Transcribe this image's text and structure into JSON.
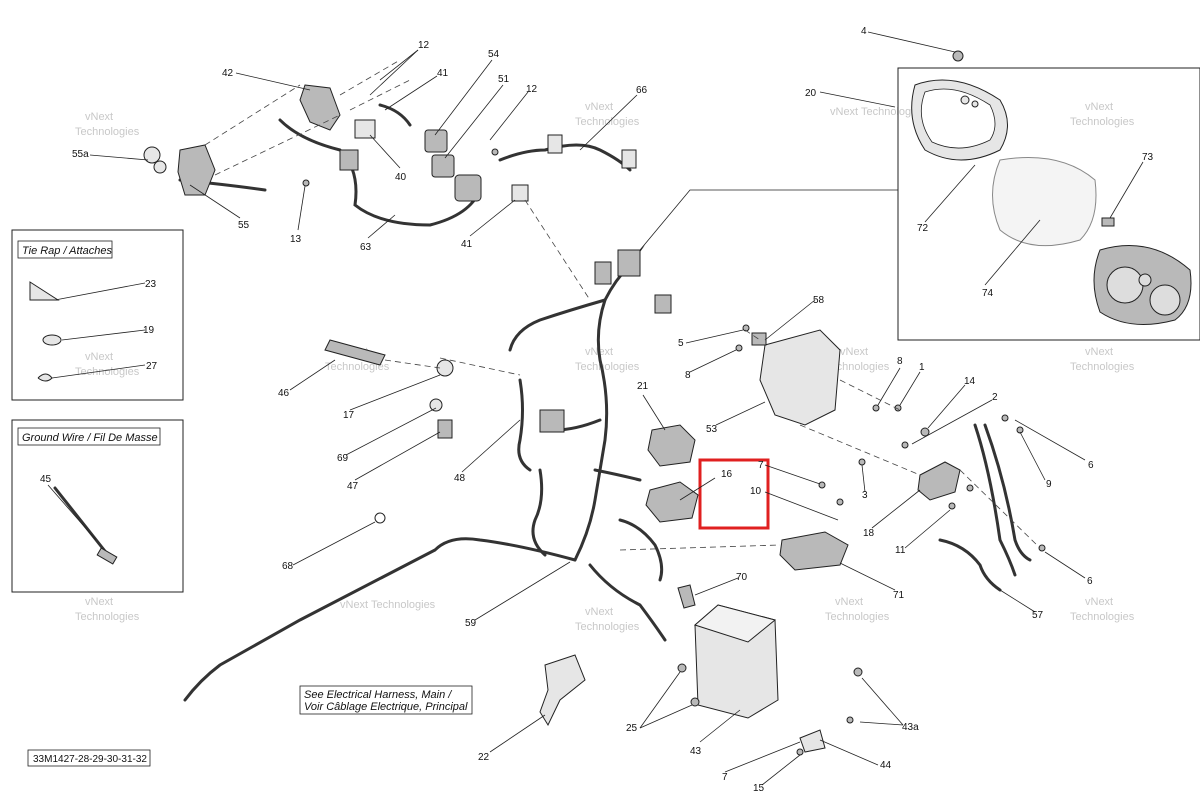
{
  "legend_boxes": {
    "tie_rap_title": "Tie Rap / Attaches",
    "ground_wire_title": "Ground Wire / Fil De Masse"
  },
  "note": {
    "line1": "See Electrical Harness, Main /",
    "line2": "Voir Câblage Electrique, Principal"
  },
  "drawing_ref": "33M1427-28-29-30-31-32",
  "watermark": {
    "line1": "vNext",
    "line2": "Technologies",
    "inline": "vNext Technologies"
  },
  "highlight_color": "#e02020",
  "callouts": [
    "12",
    "54",
    "42",
    "41",
    "51",
    "12",
    "66",
    "4",
    "20",
    "55a",
    "40",
    "55",
    "13",
    "63",
    "41",
    "73",
    "72",
    "74",
    "23",
    "19",
    "27",
    "58",
    "5",
    "8",
    "46",
    "17",
    "21",
    "8",
    "1",
    "14",
    "2",
    "53",
    "69",
    "47",
    "48",
    "16",
    "7",
    "10",
    "3",
    "6",
    "9",
    "18",
    "11",
    "45",
    "68",
    "70",
    "71",
    "6",
    "57",
    "59",
    "25",
    "43",
    "43a",
    "22",
    "7",
    "44",
    "15"
  ]
}
